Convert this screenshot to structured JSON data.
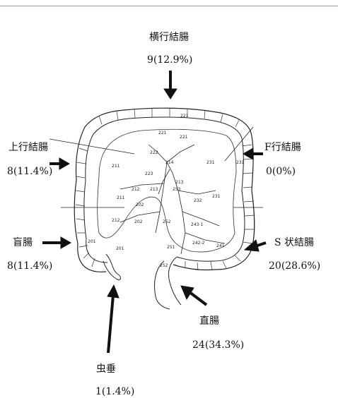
{
  "regions": [
    {
      "id": "transverse",
      "name": "横行結腸",
      "count": "9(12.9%)"
    },
    {
      "id": "ascending",
      "name": "上行結腸",
      "count": "8(11.4%)"
    },
    {
      "id": "descending",
      "name": "F行結腸",
      "count": "0(0%)"
    },
    {
      "id": "cecum",
      "name": "盲腸",
      "count": "8(11.4%)"
    },
    {
      "id": "sigmoid",
      "name": "S 状結腸",
      "count": "20(28.6%)"
    },
    {
      "id": "rectum",
      "name": "直腸",
      "count": "24(34.3%)"
    },
    {
      "id": "appendix",
      "name": "虫垂",
      "count": "1(1.4%)"
    }
  ],
  "node_numbers": {
    "n221a": "221",
    "n221b": "221",
    "n222": "222",
    "n221c": "221",
    "n231a": "231",
    "n231b": "231",
    "n211a": "211",
    "n223": "223",
    "n214": "214",
    "n213a": "213",
    "n212": "212",
    "n213b": "213",
    "n253": "253",
    "n231c": "231",
    "n211b": "211",
    "n202a": "202",
    "n232": "232",
    "n212b": "212",
    "n202b": "202",
    "n252": "252",
    "n243": "243-1",
    "n201a": "201",
    "n201b": "201",
    "n242": "242-2",
    "n251": "251",
    "n241": "241",
    "n252b": "252"
  }
}
